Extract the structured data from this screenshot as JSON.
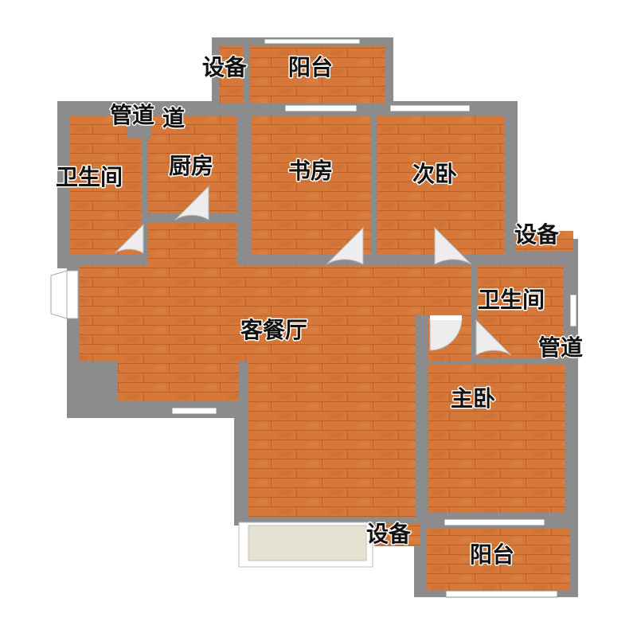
{
  "colors": {
    "floor": "#D5783A",
    "plank_line": "#BC6128",
    "wall": "#8C8C8C",
    "window": "#FFFFFF",
    "balcony_glass": "#E6E2D3",
    "door_swing": "#EDEDED"
  },
  "rooms": {
    "balcony_top": "阳台",
    "equipment_top": "设备",
    "pipe_top_a": "管道",
    "pipe_top_b": "道",
    "bathroom_left": "卫生间",
    "kitchen": "厨房",
    "study": "书房",
    "second_bedroom": "次卧",
    "equipment_right": "设备",
    "living_dining": "客餐厅",
    "bathroom_right": "卫生间",
    "pipe_right": "管道",
    "master_bedroom": "主卧",
    "equipment_bottom": "设备",
    "balcony_bottom": "阳台"
  }
}
